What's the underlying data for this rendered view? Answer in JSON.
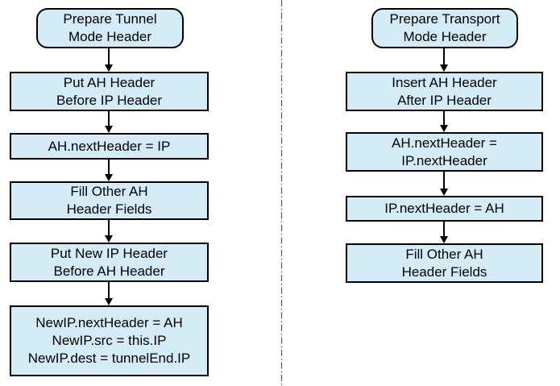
{
  "diagram": {
    "colors": {
      "box_fill": "#d4ecf7",
      "box_border": "#000000",
      "arrow_color": "#000000",
      "divider_color": "#595959"
    },
    "flows": [
      {
        "name": "tunnel-mode",
        "nodes": [
          {
            "type": "start",
            "label": "Prepare Tunnel\nMode Header"
          },
          {
            "type": "process",
            "label": "Put AH Header\nBefore IP Header"
          },
          {
            "type": "process",
            "label": "AH.nextHeader = IP"
          },
          {
            "type": "process",
            "label": "Fill Other AH\nHeader Fields"
          },
          {
            "type": "process",
            "label": "Put New IP Header\nBefore AH Header"
          },
          {
            "type": "process",
            "label": "NewIP.nextHeader = AH\nNewIP.src = this.IP\nNewIP.dest = tunnelEnd.IP"
          }
        ]
      },
      {
        "name": "transport-mode",
        "nodes": [
          {
            "type": "start",
            "label": "Prepare Transport\nMode Header"
          },
          {
            "type": "process",
            "label": "Insert AH Header\nAfter IP Header"
          },
          {
            "type": "process",
            "label": "AH.nextHeader =\nIP.nextHeader"
          },
          {
            "type": "process",
            "label": "IP.nextHeader = AH"
          },
          {
            "type": "process",
            "label": "Fill Other AH\nHeader Fields"
          }
        ]
      }
    ]
  }
}
